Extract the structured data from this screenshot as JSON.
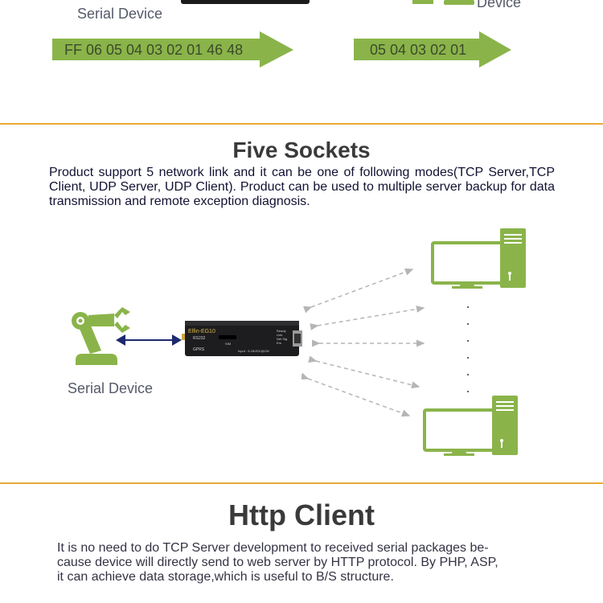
{
  "top_section": {
    "serial_label": "Serial Device",
    "device_label": "Device",
    "send_hex": "FF 06 05 04 03 02 01 46 48",
    "recv_hex": "05 04 03 02 01"
  },
  "five_sockets": {
    "title": "Five Sockets",
    "description": "Product support 5 network link and it can be one of following modes(TCP Server,TCP Client, UDP Server, UDP Client). Product can be used to multiple server backup for data transmission and remote exception diagnosis.",
    "serial_label": "Serial Device",
    "device_brand": "Elfin-EG10",
    "device_port_1": "RS232",
    "device_port_2": "GPRS",
    "device_sim": "SIM",
    "device_input": "Input : 5-18VDC@1W",
    "device_leds": "Ready Link Net Sig Ers"
  },
  "http_client": {
    "title": "Http Client",
    "description_line1": "It is no need to do TCP Server development to received serial packages be-",
    "description_line2": "cause device will directly send to web server by HTTP protocol. By PHP, ASP,",
    "description_line3": "it can achieve data storage,which is useful to B/S structure."
  },
  "colors": {
    "accent_green": "#8ab44a",
    "divider_orange": "#e9a93a",
    "arrow_navy": "#1e2a6e",
    "dashed_gray": "#b5b5b5"
  }
}
